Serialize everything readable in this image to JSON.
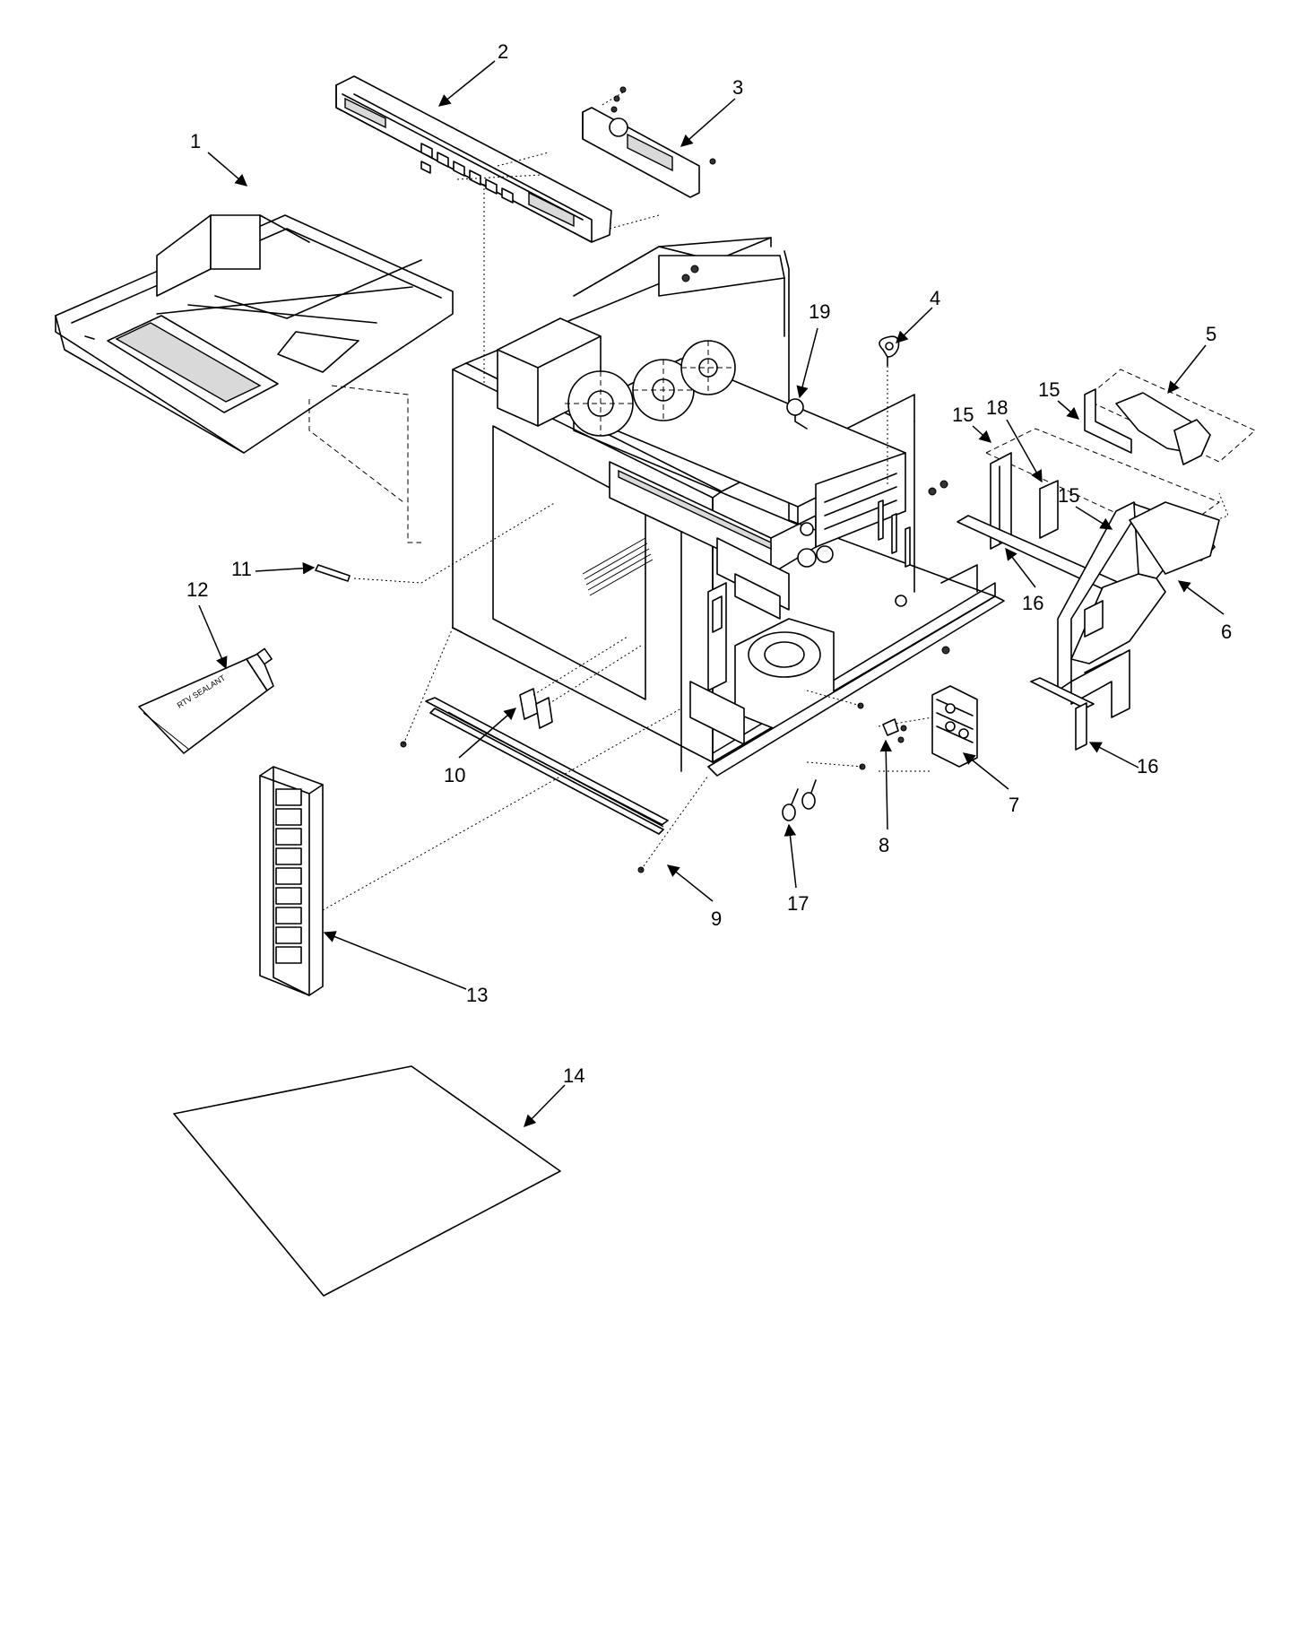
{
  "callouts": [
    {
      "id": "1",
      "text": "1"
    },
    {
      "id": "2",
      "text": "2"
    },
    {
      "id": "3",
      "text": "3"
    },
    {
      "id": "4",
      "text": "4"
    },
    {
      "id": "5",
      "text": "5"
    },
    {
      "id": "6",
      "text": "6"
    },
    {
      "id": "7",
      "text": "7"
    },
    {
      "id": "8",
      "text": "8"
    },
    {
      "id": "9",
      "text": "9"
    },
    {
      "id": "10",
      "text": "10"
    },
    {
      "id": "11",
      "text": "11"
    },
    {
      "id": "12",
      "text": "12"
    },
    {
      "id": "13",
      "text": "13"
    },
    {
      "id": "14",
      "text": "14"
    },
    {
      "id": "15a",
      "text": "15"
    },
    {
      "id": "15b",
      "text": "15"
    },
    {
      "id": "15c",
      "text": "15"
    },
    {
      "id": "16a",
      "text": "16"
    },
    {
      "id": "16b",
      "text": "16"
    },
    {
      "id": "17",
      "text": "17"
    },
    {
      "id": "18",
      "text": "18"
    },
    {
      "id": "19",
      "text": "19"
    }
  ],
  "tube_label": "RTV SEALANT"
}
